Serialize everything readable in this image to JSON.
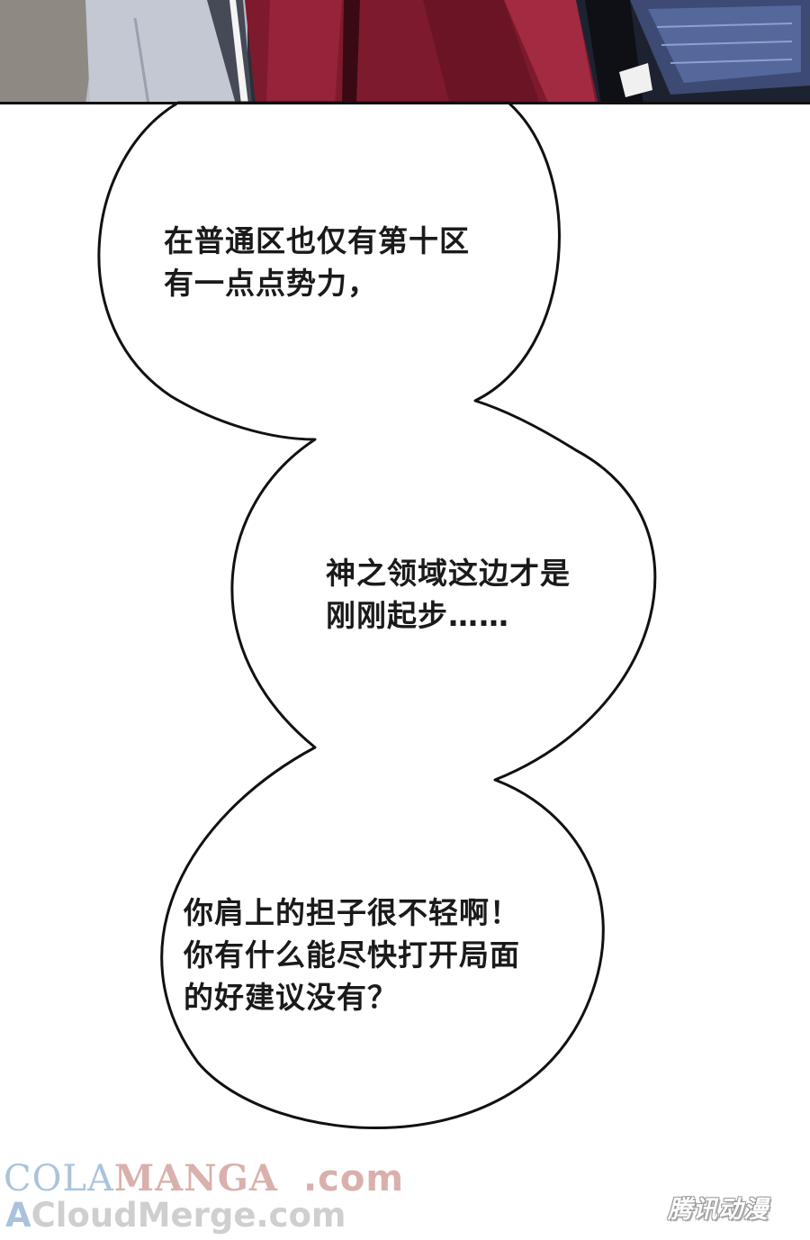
{
  "bubbles": [
    {
      "lines": [
        "在普通区也仅有第十区",
        "有一点点势力，"
      ]
    },
    {
      "lines": [
        "神之领域这边才是",
        "刚刚起步……"
      ]
    },
    {
      "lines": [
        "你肩上的担子很不轻啊！",
        "你有什么能尽快打开局面",
        "的好建议没有？"
      ]
    }
  ],
  "watermarks": {
    "cola": "COLA",
    "manga": "MANGA",
    "dotcom": ".com",
    "acloud_a": "A",
    "acloud_rest": "CloudMerge.com",
    "tencent": "腾讯动漫"
  },
  "colors": {
    "ink": "#1a1a1a",
    "panel_border": "#111111",
    "watermark_blue": "#a9c3dc",
    "watermark_pink": "#d9b0ac"
  }
}
